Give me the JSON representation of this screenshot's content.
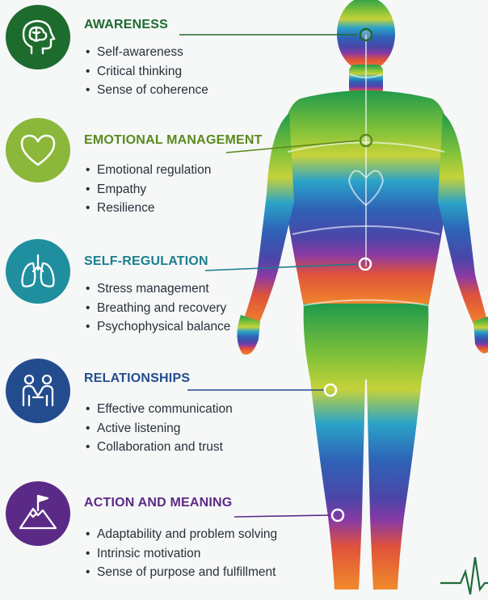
{
  "sections": [
    {
      "title": "AWARENESS",
      "color": "#1e6b2e",
      "icon": "brain-head-icon",
      "bullets": [
        "Self-awareness",
        "Critical thinking",
        "Sense of coherence"
      ]
    },
    {
      "title": "EMOTIONAL MANAGEMENT",
      "color": "#5a8a1e",
      "icon": "heart-icon",
      "bullets": [
        "Emotional regulation",
        "Empathy",
        "Resilience"
      ]
    },
    {
      "title": "SELF-REGULATION",
      "color": "#1b7f8f",
      "icon": "lungs-icon",
      "bullets": [
        "Stress management",
        "Breathing and recovery",
        "Psychophysical balance"
      ]
    },
    {
      "title": "RELATIONSHIPS",
      "color": "#234c8f",
      "icon": "people-handshake-icon",
      "bullets": [
        "Effective communication",
        "Active listening",
        "Collaboration and trust"
      ]
    },
    {
      "title": "ACTION AND MEANING",
      "color": "#5b2a86",
      "icon": "mountain-flag-icon",
      "bullets": [
        "Adaptability and problem solving",
        "Intrinsic motivation",
        "Sense of purpose and fulfillment"
      ]
    }
  ],
  "colors": {
    "background": "#f6f7f7",
    "body_gradient": [
      "#1f9a4a",
      "#7fc13a",
      "#c6d23a",
      "#2aa3c8",
      "#2e62b6",
      "#4b46a8",
      "#8a3aa3",
      "#e0523a",
      "#f08a2a"
    ],
    "bullet_text": "#2a2f3a"
  },
  "decor": {
    "heartbeat_icon": "ecg-line-icon"
  }
}
